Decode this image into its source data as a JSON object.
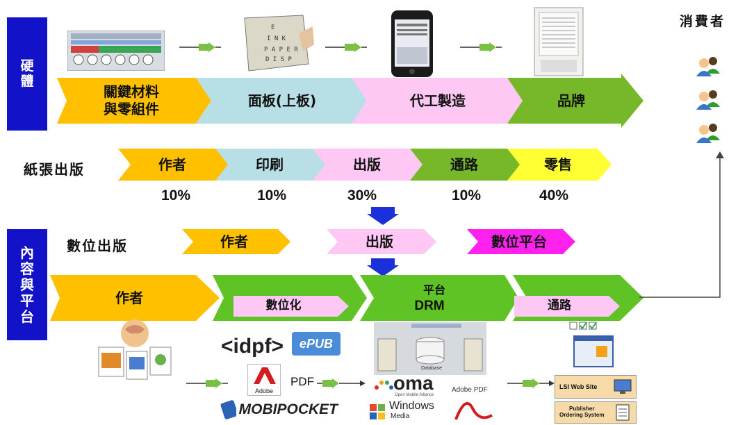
{
  "side_labels": {
    "hardware": "硬\n體",
    "content_platform": "內\n容\n與\n平\n台"
  },
  "consumer": {
    "label": "消費者"
  },
  "hardware_chain": [
    {
      "label": "關鍵材料\n與零組件",
      "color": "#ffc000"
    },
    {
      "label": "面板(上板)",
      "color": "#b8dfe6"
    },
    {
      "label": "代工製造",
      "color": "#ffc8f4"
    },
    {
      "label": "品牌",
      "color": "#76b82a"
    }
  ],
  "paper_publishing": {
    "label": "紙張出版",
    "steps": [
      {
        "label": "作者",
        "color": "#ffc000",
        "percent": "10%"
      },
      {
        "label": "印刷",
        "color": "#b8dfe6",
        "percent": "10%"
      },
      {
        "label": "出版",
        "color": "#ffc8f4",
        "percent": "30%"
      },
      {
        "label": "通路",
        "color": "#76b82a",
        "percent": "10%"
      },
      {
        "label": "零售",
        "color": "#ffff33",
        "percent": "40%"
      }
    ]
  },
  "digital_publishing": {
    "label": "數位出版",
    "steps": [
      {
        "label": "作者",
        "color": "#ffc000"
      },
      {
        "label": "出版",
        "color": "#ffc8f4"
      },
      {
        "label": "數位平台",
        "color": "#ff22ee"
      }
    ]
  },
  "content_chain": {
    "author": {
      "label": "作者",
      "color": "#ffc000"
    },
    "platform_title": "平台",
    "sub_steps": [
      {
        "label": "數位化"
      },
      {
        "label": "DRM"
      },
      {
        "label": "通路"
      }
    ]
  },
  "logos": {
    "idpf": "<idpf>",
    "epub": "ePUB",
    "adobe": "Adobe",
    "pdf_text": "PDF",
    "mobipocket": "MOBIPOCKET",
    "oma": "oma",
    "oma_sub": "Open Mobile Alliance",
    "windows": "Windows",
    "windows_sub": "Media",
    "adobe_pdf": "Adobe PDF",
    "lsi_web": "LSI Web Site",
    "pub_system": "Publisher\nOrdering System",
    "database": "Database"
  },
  "colors": {
    "side_blue": "#1212c8",
    "down_arrow": "#1a30d8",
    "small_arrow_green": "#7ac143",
    "platform_green": "#5fc225",
    "sub_pink": "#ffc8f4"
  }
}
